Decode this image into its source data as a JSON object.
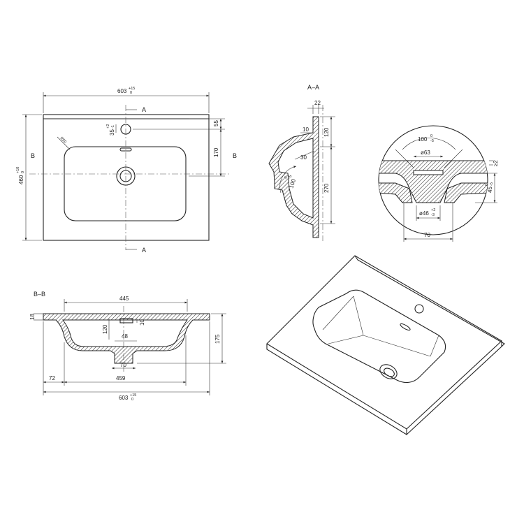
{
  "top_view": {
    "width_dim": "603",
    "width_tol_upper": "+15",
    "width_tol_lower": "0",
    "depth_dim": "460",
    "depth_tol_upper": "+10",
    "depth_tol_lower": "0",
    "tap_hole_offset": "55",
    "bowl_offset": "170",
    "tap_hole_dia": "35",
    "tap_hole_tol_upper": "+2",
    "tap_hole_tol_lower": "-1",
    "corner_radius": "R50",
    "section_a": "A",
    "section_b": "B"
  },
  "section_aa": {
    "title": "A–A",
    "rim_thickness": "22",
    "rim_height": "120",
    "overflow_offset": "10",
    "overflow_height": "30",
    "bowl_depth": "270",
    "angle": "100",
    "angle_tol_upper": "0",
    "angle_tol_lower": "-5"
  },
  "detail_view": {
    "angle": "100",
    "angle_tol_upper": "0",
    "angle_tol_lower": "-5",
    "drain_top_dia": "ø63",
    "drain_bottom_dia": "ø46",
    "drain_bottom_tol_upper": "+2",
    "drain_bottom_tol_lower": "-3",
    "gap": "≥2",
    "drain_depth": "45",
    "drain_depth_tol_upper": "0",
    "drain_depth_tol_lower": "-5",
    "width": "70"
  },
  "section_bb": {
    "title": "B–B",
    "thickness": "18",
    "inner_width": "445",
    "overflow_height": "120",
    "overflow_width": "48",
    "overflow_slot": "10",
    "drain_width": "70",
    "height": "175",
    "side_offset": "72",
    "bowl_width": "459",
    "total_width": "603",
    "total_tol_upper": "+15",
    "total_tol_lower": "0"
  }
}
